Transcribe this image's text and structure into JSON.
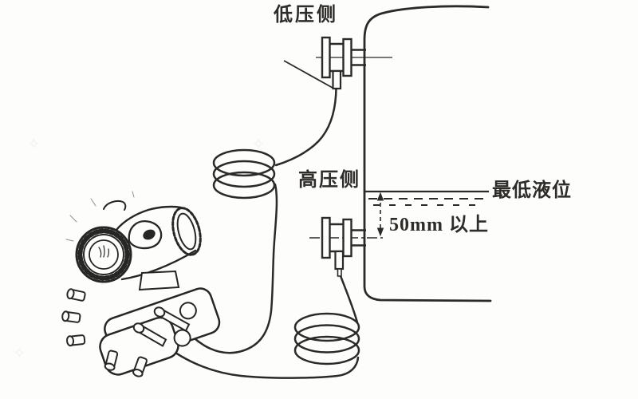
{
  "colors": {
    "background": "#fdfdfc",
    "line": "#2a2a28",
    "text": "#2e2c29"
  },
  "labels": {
    "low_pressure_side": "低压侧",
    "high_pressure_side": "高压侧",
    "minimum_liquid_level": "最低液位",
    "level_distance": "50mm 以上"
  },
  "icons": {
    "sparkle": "✧"
  }
}
